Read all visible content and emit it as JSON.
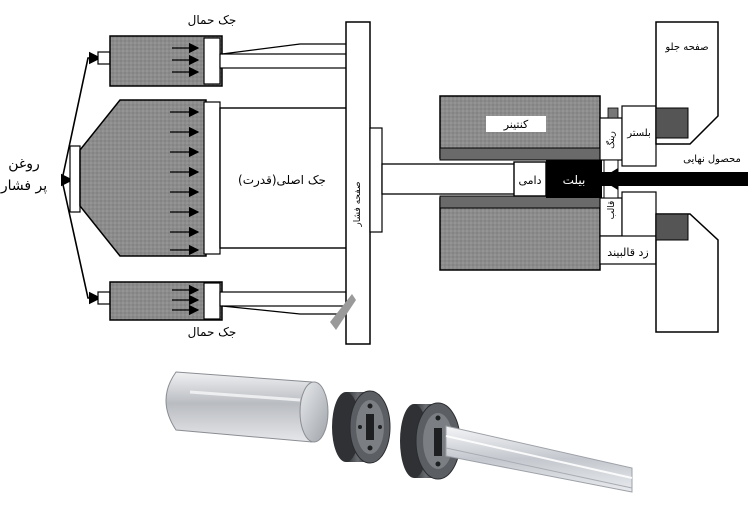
{
  "labels": {
    "oil": [
      "روغن",
      "پر فشار"
    ],
    "top_aux_jack": "جک حمال",
    "bottom_aux_jack": "جک حمال",
    "main_jack": "جک اصلی(قدرت)",
    "pressure_plate": "صفحه فشار",
    "container": "کنتینر",
    "dummy_block": "دامی",
    "billet": "بیلت",
    "bolster": "بلستر",
    "die_ring": "رینگ",
    "die": "قالب",
    "die_backer": "زد قالبیند",
    "front_plate": "صفحه جلو",
    "product": "محصول نهایی"
  },
  "colors": {
    "cylinder_gray": "#8c8c8c",
    "ram_white": "#ffffff",
    "billet_black": "#000000",
    "outline": "#1a1a1a",
    "aluminum_light": "#d9dbde",
    "die_dark": "#3a3c40"
  }
}
